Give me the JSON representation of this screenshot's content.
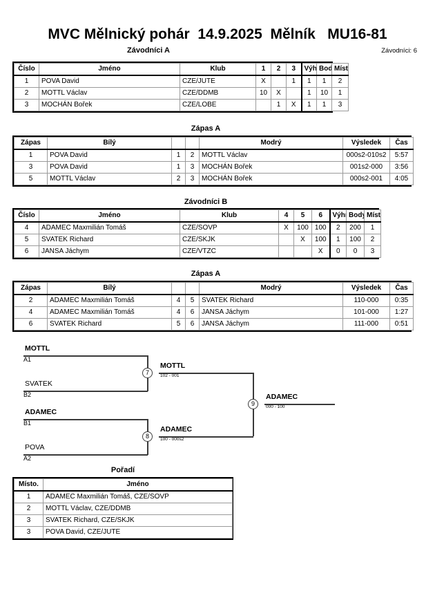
{
  "header": {
    "title": "MVC Mělnický pohár  14.9.2025  Mělník   MU16-81",
    "subtitle": "Závodníci A",
    "entrants": "Závodníci: 6"
  },
  "group_a": {
    "caption": "Závodníci A",
    "columns": [
      "Číslo",
      "Jméno",
      "Klub",
      "1",
      "2",
      "3",
      "Výhra",
      "Body",
      "Místo."
    ],
    "rows": [
      {
        "cislo": "1",
        "jmeno": "POVA David",
        "klub": "CZE/JUTE",
        "m": [
          "X",
          "",
          "1"
        ],
        "vyhra": "1",
        "body": "1",
        "misto": "2"
      },
      {
        "cislo": "2",
        "jmeno": "MOTTL Václav",
        "klub": "CZE/DDMB",
        "m": [
          "10",
          "X",
          ""
        ],
        "vyhra": "1",
        "body": "10",
        "misto": "1"
      },
      {
        "cislo": "3",
        "jmeno": "MOCHÁN Bořek",
        "klub": "CZE/LOBE",
        "m": [
          "",
          "1",
          "X"
        ],
        "vyhra": "1",
        "body": "1",
        "misto": "3"
      }
    ]
  },
  "matches_a": {
    "caption": "Zápas A",
    "columns": [
      "Zápas",
      "Bílý",
      "",
      "",
      "Modrý",
      "Výsledek",
      "Čas"
    ],
    "rows": [
      {
        "zapas": "1",
        "bily": "POVA David",
        "bily_bold": false,
        "n1": "1",
        "n2": "2",
        "modry": "MOTTL Václav",
        "modry_bold": true,
        "vysledek": "000s2-010s2",
        "cas": "5:57"
      },
      {
        "zapas": "3",
        "bily": "POVA David",
        "bily_bold": true,
        "n1": "1",
        "n2": "3",
        "modry": "MOCHÁN Bořek",
        "modry_bold": false,
        "vysledek": "001s2-000",
        "cas": "3:56"
      },
      {
        "zapas": "5",
        "bily": "MOTTL Václav",
        "bily_bold": false,
        "n1": "2",
        "n2": "3",
        "modry": "MOCHÁN Bořek",
        "modry_bold": true,
        "vysledek": "000s2-001",
        "cas": "4:05"
      }
    ]
  },
  "group_b": {
    "caption": "Závodníci B",
    "columns": [
      "Číslo",
      "Jméno",
      "Klub",
      "4",
      "5",
      "6",
      "Výhra",
      "Body",
      "Místo."
    ],
    "rows": [
      {
        "cislo": "4",
        "jmeno": "ADAMEC Maxmilián Tomáš",
        "klub": "CZE/SOVP",
        "m": [
          "X",
          "100",
          "100"
        ],
        "vyhra": "2",
        "body": "200",
        "misto": "1"
      },
      {
        "cislo": "5",
        "jmeno": "SVATEK Richard",
        "klub": "CZE/SKJK",
        "m": [
          "",
          "X",
          "100"
        ],
        "vyhra": "1",
        "body": "100",
        "misto": "2"
      },
      {
        "cislo": "6",
        "jmeno": "JANSA Jáchym",
        "klub": "CZE/VTZC",
        "m": [
          "",
          "",
          "X"
        ],
        "vyhra": "0",
        "body": "0",
        "misto": "3"
      }
    ]
  },
  "matches_b": {
    "caption": "Zápas A",
    "columns": [
      "Zápas",
      "Bílý",
      "",
      "",
      "Modrý",
      "Výsledek",
      "Čas"
    ],
    "rows": [
      {
        "zapas": "2",
        "bily": "ADAMEC Maxmilián Tomáš",
        "bily_bold": true,
        "n1": "4",
        "n2": "5",
        "modry": "SVATEK Richard",
        "modry_bold": false,
        "vysledek": "110-000",
        "cas": "0:35"
      },
      {
        "zapas": "4",
        "bily": "ADAMEC Maxmilián Tomáš",
        "bily_bold": true,
        "n1": "4",
        "n2": "6",
        "modry": "JANSA Jáchym",
        "modry_bold": false,
        "vysledek": "101-000",
        "cas": "1:27"
      },
      {
        "zapas": "6",
        "bily": "SVATEK Richard",
        "bily_bold": true,
        "n1": "5",
        "n2": "6",
        "modry": "JANSA Jáchym",
        "modry_bold": false,
        "vysledek": "111-000",
        "cas": "0:51"
      }
    ]
  },
  "bracket": {
    "entries": [
      {
        "name": "MOTTL",
        "seed": "A1",
        "bold": true
      },
      {
        "name": "SVATEK",
        "seed": "B2",
        "bold": false
      },
      {
        "name": "ADAMEC",
        "seed": "B1",
        "bold": true
      },
      {
        "name": "POVA",
        "seed": "A2",
        "bold": false
      }
    ],
    "nodes": [
      {
        "num": "7",
        "winner": "MOTTL",
        "score": "102 - 001"
      },
      {
        "num": "8",
        "winner": "ADAMEC",
        "score": "100 - 000s2"
      },
      {
        "num": "9",
        "winner": "ADAMEC",
        "score": "000 - 100"
      }
    ]
  },
  "standings": {
    "caption": "Pořadí",
    "columns": [
      "Místo.",
      "Jméno"
    ],
    "rows": [
      {
        "misto": "1",
        "jmeno": "ADAMEC Maxmilián Tomáš, CZE/SOVP"
      },
      {
        "misto": "2",
        "jmeno": "MOTTL Václav, CZE/DDMB"
      },
      {
        "misto": "3",
        "jmeno": "SVATEK Richard, CZE/SKJK"
      },
      {
        "misto": "3",
        "jmeno": "POVA David, CZE/JUTE"
      }
    ]
  }
}
